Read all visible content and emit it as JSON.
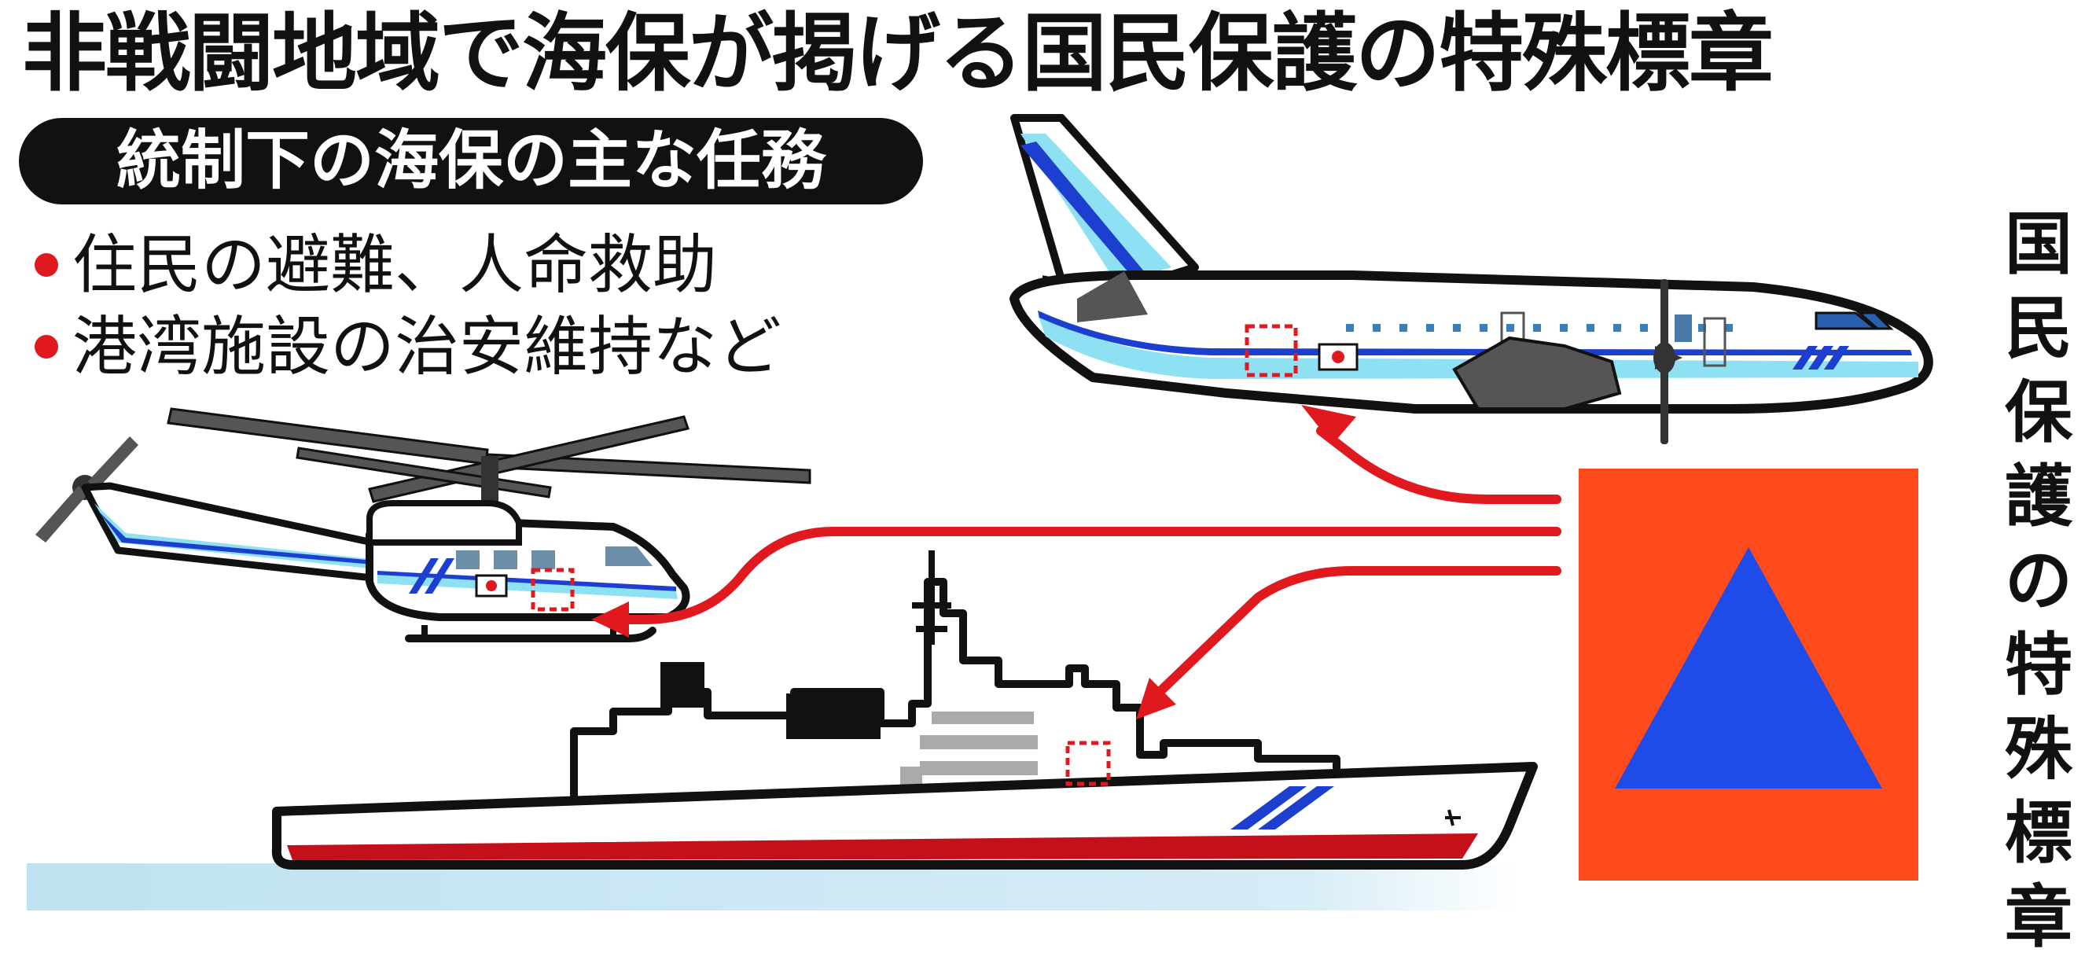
{
  "title": "非戦闘地域で海保が掲げる国民保護の特殊標章",
  "section_heading": "統制下の海保の主な任務",
  "missions": [
    {
      "text": "住民の避難、人命救助"
    },
    {
      "text": "港湾施設の治安維持など"
    }
  ],
  "emblem": {
    "label": "国民保護の特殊標章",
    "background_color": "#ff4a1c",
    "triangle_color": "#1f4be8"
  },
  "colors": {
    "arrow": "#e0191e",
    "aircraft_stripe": "#8ee0f3",
    "aircraft_line": "#1c3fcf",
    "ship_hull_band": "#c4101a",
    "sea": "#bfe2f1"
  },
  "icons": [
    "aircraft-icon",
    "helicopter-icon",
    "patrol-ship-icon",
    "japanese-flag-icon",
    "emblem-placement-marker-icon"
  ]
}
